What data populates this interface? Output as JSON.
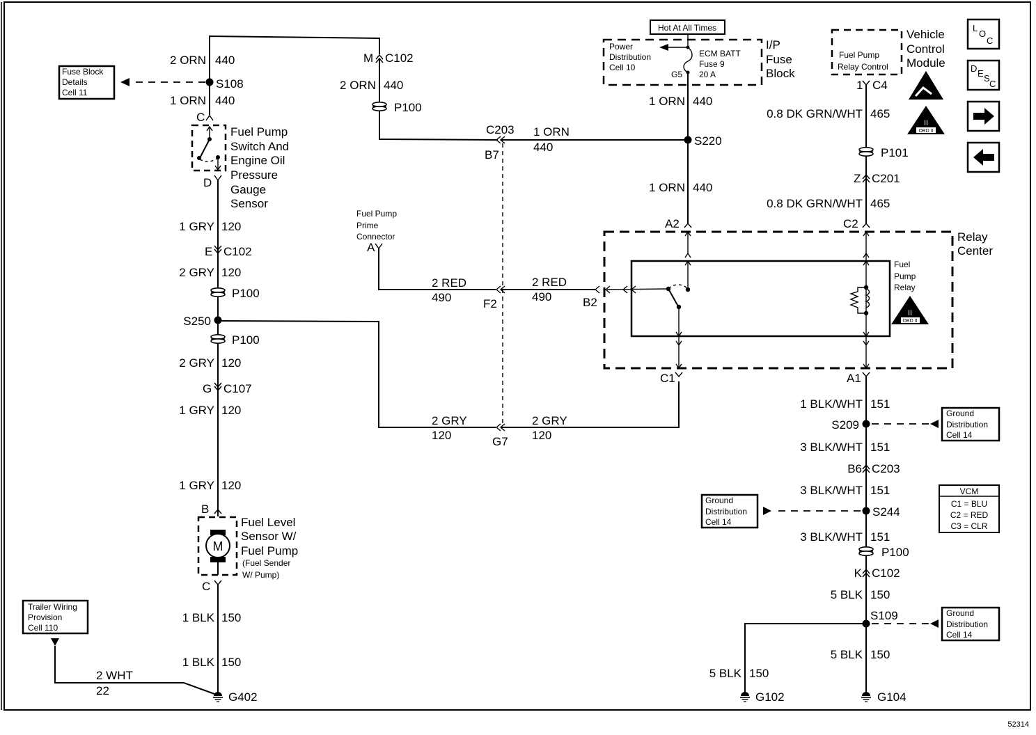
{
  "document": {
    "figure_number": "52314"
  },
  "header_box": {
    "text": "Hot At All Times"
  },
  "fuse_block": {
    "name_lines": [
      "I/P",
      "Fuse",
      "Block"
    ],
    "ref_lines": [
      "Power",
      "Distribution",
      "Cell 10"
    ],
    "fuse_lines": [
      "ECM BATT",
      "Fuse 9",
      "20 A"
    ],
    "terminal": "G5"
  },
  "vcm": {
    "name_lines": [
      "Vehicle",
      "Control",
      "Module"
    ],
    "inner_lines": [
      "Fuel Pump",
      "Relay Control"
    ],
    "pin": "1",
    "connector": "C4",
    "legend_title": "VCM",
    "legend_rows": [
      "C1 = BLU",
      "C2 = RED",
      "C3 = CLR"
    ]
  },
  "nav": {
    "loc_label": [
      "L",
      "O",
      "C"
    ],
    "desc_label": [
      "D",
      "E",
      "S",
      "C"
    ],
    "next_icon": "arrow-right",
    "prev_icon": "arrow-left"
  },
  "ref_boxes": {
    "fuse_block_details": [
      "Fuse Block",
      "Details",
      "Cell 11"
    ],
    "ground_dist_s209": [
      "Ground",
      "Distribution",
      "Cell 14"
    ],
    "ground_dist_s244": [
      "Ground",
      "Distribution",
      "Cell 14"
    ],
    "ground_dist_s109": [
      "Ground",
      "Distribution",
      "Cell 14"
    ],
    "trailer_wiring": [
      "Trailer Wiring",
      "Provision",
      "Cell 110"
    ]
  },
  "components": {
    "fp_switch": [
      "Fuel Pump",
      "Switch And",
      "Engine Oil",
      "Pressure",
      "Gauge",
      "Sensor"
    ],
    "fuel_level_sensor": [
      "Fuel Level",
      "Sensor W/",
      "Fuel Pump"
    ],
    "fuel_level_sensor_note": [
      "(Fuel Sender",
      "W/ Pump)"
    ],
    "motor_symbol": "M",
    "prime_connector": [
      "Fuel Pump",
      "Prime",
      "Connector"
    ],
    "relay_center": [
      "Relay",
      "Center"
    ],
    "fp_relay": [
      "Fuel",
      "Pump",
      "Relay"
    ],
    "obd_label": "OBD II",
    "obd_roman": "II"
  },
  "left_column": {
    "w1": [
      "2 ORN",
      "440"
    ],
    "s108": "S108",
    "w2": [
      "1 ORN",
      "440"
    ],
    "pin_c": "C",
    "pin_d": "D",
    "w3": [
      "1 GRY",
      "120"
    ],
    "c102": [
      "E",
      "C102"
    ],
    "w4": [
      "2 GRY",
      "120"
    ],
    "p100a": "P100",
    "s250": "S250",
    "p100b": "P100",
    "w5": [
      "2 GRY",
      "120"
    ],
    "c107": [
      "G",
      "C107"
    ],
    "w6": [
      "1 GRY",
      "120"
    ],
    "w7": [
      "1 GRY",
      "120"
    ],
    "pin_b": "B",
    "pin_c2": "C",
    "w8": [
      "1 BLK",
      "150"
    ],
    "w9": [
      "1 BLK",
      "150"
    ],
    "g402": "G402",
    "w10": [
      "2 WHT",
      "22"
    ]
  },
  "middle": {
    "c102m": [
      "M",
      "C102"
    ],
    "w_orn": [
      "2 ORN",
      "440"
    ],
    "p100": "P100",
    "c203": "C203",
    "b7": "B7",
    "w_orn2": [
      "1 ORN",
      "440"
    ],
    "pin_a": "A",
    "w_red1": [
      "2 RED",
      "490"
    ],
    "f2": "F2",
    "w_red2": [
      "2 RED",
      "490"
    ],
    "b2": "B2",
    "w_gry1": [
      "2 GRY",
      "120"
    ],
    "g7": "G7",
    "w_gry2": [
      "2 GRY",
      "120"
    ]
  },
  "right_center": {
    "w1": [
      "1 ORN",
      "440"
    ],
    "s220": "S220",
    "w2": [
      "1 ORN",
      "440"
    ],
    "a2": "A2",
    "c1": "C1"
  },
  "right_column": {
    "w1": [
      "0.8 DK GRN/WHT",
      "465"
    ],
    "p101": "P101",
    "c201": [
      "Z",
      "C201"
    ],
    "w2": [
      "0.8 DK GRN/WHT",
      "465"
    ],
    "c2": "C2",
    "a1": "A1",
    "w3": [
      "1 BLK/WHT",
      "151"
    ],
    "s209": "S209",
    "w4": [
      "3 BLK/WHT",
      "151"
    ],
    "c203": [
      "B6",
      "C203"
    ],
    "w5": [
      "3 BLK/WHT",
      "151"
    ],
    "s244": "S244",
    "w6": [
      "3 BLK/WHT",
      "151"
    ],
    "p100": "P100",
    "c102": [
      "K",
      "C102"
    ],
    "w7": [
      "5 BLK",
      "150"
    ],
    "s109": "S109",
    "w8": [
      "5 BLK",
      "150"
    ],
    "w9": [
      "5 BLK",
      "150"
    ],
    "g102": "G102",
    "g104": "G104"
  }
}
